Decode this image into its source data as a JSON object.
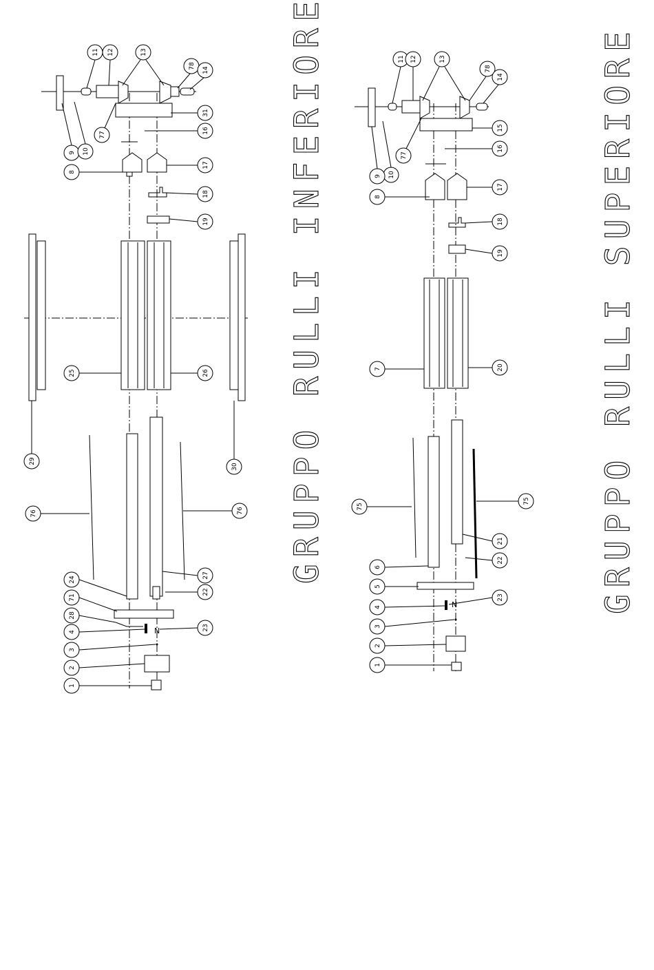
{
  "titles": {
    "lower": "GRUPPO RULLI INFERIORE",
    "upper": "GRUPPO RULLI SUPERIORE"
  },
  "lower_group_labels": {
    "p11": "11",
    "p12": "12",
    "p13": "13",
    "p78": "78",
    "p14": "14",
    "p9": "9",
    "p10": "10",
    "p77": "77",
    "p31": "31",
    "p16": "16",
    "p8": "8",
    "p17": "17",
    "p18": "18",
    "p19": "19",
    "p25": "25",
    "p26": "26",
    "p29": "29",
    "p30": "30",
    "p76a": "76",
    "p76b": "76",
    "p27": "27",
    "p24": "24",
    "p71": "71",
    "p28": "28",
    "p4": "4",
    "p3": "3",
    "p2": "2",
    "p1": "1",
    "p22": "22",
    "p23": "23"
  },
  "upper_group_labels": {
    "p11": "11",
    "p12": "12",
    "p13": "13",
    "p78": "78",
    "p14": "14",
    "p9": "9",
    "p10": "10",
    "p77": "77",
    "p15": "15",
    "p16": "16",
    "p8": "8",
    "p17": "17",
    "p18": "18",
    "p19": "19",
    "p7": "7",
    "p20": "20",
    "p75a": "75",
    "p75b": "75",
    "p21": "21",
    "p6": "6",
    "p5": "5",
    "p4": "4",
    "p3": "3",
    "p2": "2",
    "p1": "1",
    "p22": "22",
    "p23": "23"
  }
}
